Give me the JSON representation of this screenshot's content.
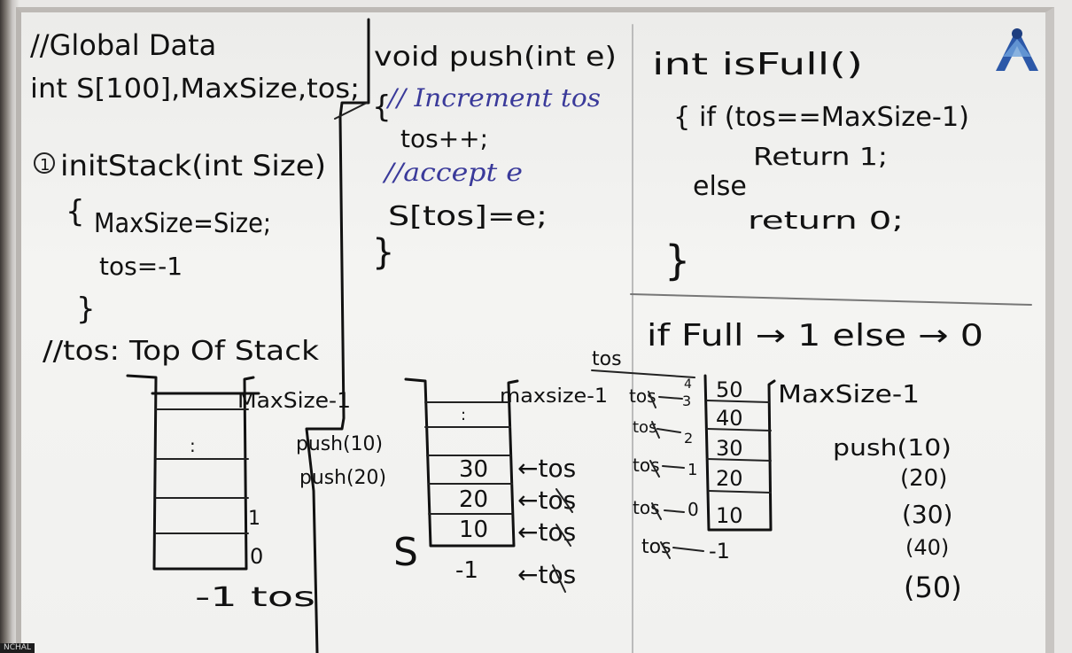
{
  "panel1": {
    "comment_global": "//Global Data",
    "decl": "int S[100],MaxSize,tos;",
    "init_sig": "initStack(int Size)",
    "init_num": "1",
    "init_open": "{",
    "init_line1": "MaxSize=Size;",
    "init_line2": "tos=-1",
    "init_close": "}",
    "tos_comment": "//tos: Top Of Stack",
    "stack_top_label": "MaxSize-1",
    "stack_idx_1": "1",
    "stack_idx_0": "0",
    "stack_bottom_label": "-1 tos",
    "dots": ":"
  },
  "panel2": {
    "push_sig": "void push(int e)",
    "comment_inc": "// Increment tos",
    "line_inc": "tos++;",
    "comment_accept": "//accept e",
    "line_assign": "S[tos]=e;",
    "open": "{",
    "close": "}",
    "call1": "push(10)",
    "call2": "push(20)",
    "stack_top_label": "maxsize-1",
    "dots": ":",
    "cells": [
      "30",
      "20",
      "10"
    ],
    "tos_arrows": [
      "←tos",
      "←tos",
      "←tos",
      "←tos"
    ],
    "minus_one": "-1",
    "stack_name": "S"
  },
  "panel3": {
    "isfull_sig": "int isFull()",
    "if_line": "{ if (tos==MaxSize-1)",
    "ret1": "Return 1;",
    "else_kw": "else",
    "ret0": "return 0;",
    "close": "}",
    "summary": "if Full → 1 else → 0",
    "tos_top": "tos",
    "idx_labels": [
      "4",
      "3",
      "2",
      "1",
      "0",
      "-1"
    ],
    "tos_labels": [
      "tos",
      "tos",
      "tos",
      "tos",
      "tos"
    ],
    "cells": [
      "50",
      "40",
      "30",
      "20",
      "10"
    ],
    "maxsize_label": "MaxSize-1",
    "calls": [
      "push(10)",
      "(20)",
      "(30)",
      "(40)",
      "(50)"
    ]
  },
  "overlay": {
    "corner_tag": "NCHAL"
  }
}
